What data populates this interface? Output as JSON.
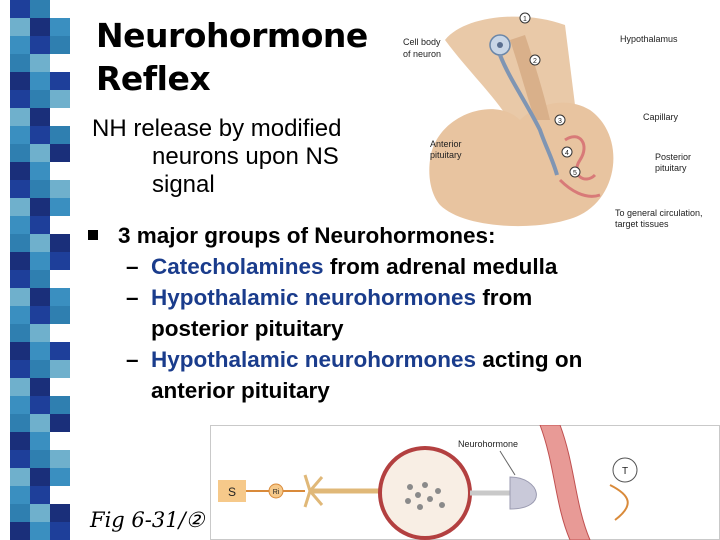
{
  "title": {
    "line1": "Neurohormone",
    "line2": "Reflex"
  },
  "intro": {
    "line1": "NH release by modified",
    "line2": "neurons upon NS",
    "line3": "signal"
  },
  "bullet": {
    "main": "3 major groups of Neurohormones:",
    "items": [
      {
        "dash": "–",
        "highlight": "Catecholamines",
        "rest": " from adrenal medulla"
      },
      {
        "dash": "–",
        "highlight": "Hypothalamic neurohormones",
        "rest": " from",
        "cont": "posterior pituitary"
      },
      {
        "dash": "–",
        "highlight": "Hypothalamic neurohormones",
        "rest": " acting on",
        "cont": "anterior pituitary"
      }
    ]
  },
  "figure_top": {
    "labels": {
      "cell_body": "Cell body",
      "of_neuron": "of neuron",
      "hypothalamus": "Hypothalamus",
      "capillary": "Capillary",
      "anterior": "Anterior",
      "anterior2": "pituitary",
      "posterior": "Posterior",
      "posterior2": "pituitary",
      "general": "To general circulation,",
      "targets": "target tissues"
    },
    "markers": [
      "1",
      "2",
      "3",
      "4",
      "5"
    ]
  },
  "figure_bottom": {
    "s_label": "S",
    "r_label": "Ri",
    "t_label": "T",
    "neurohormone_label": "Neurohormone"
  },
  "caption": "Fig 6-31/②",
  "colors": {
    "highlight": "#1a3c8c",
    "strip_blue": "#1e3f9a",
    "strip_cyan": "#2f7fb0",
    "strip_light": "#6fb0cc",
    "gland": "#e9c9a8",
    "vessel": "#d87a78"
  }
}
